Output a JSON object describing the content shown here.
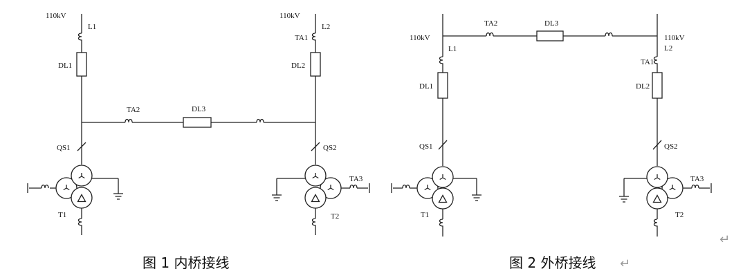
{
  "figure1": {
    "caption": "图 1  内桥接线",
    "left": {
      "voltage": "110kV",
      "line": "L1",
      "breaker": "DL1",
      "switch": "QS1",
      "transformer": "T1"
    },
    "right": {
      "voltage": "110kV",
      "line": "L2",
      "ct": "TA1",
      "breaker": "DL2",
      "switch": "QS2",
      "transformer": "T2",
      "ct_side": "TA3"
    },
    "bridge": {
      "ct": "TA2",
      "breaker": "DL3"
    }
  },
  "figure2": {
    "caption": "图 2  外桥接线",
    "left": {
      "voltage": "110kV",
      "line": "L1",
      "breaker": "DL1",
      "switch": "QS1",
      "transformer": "T1"
    },
    "right": {
      "voltage": "110kV",
      "line": "L2",
      "ct": "TA1",
      "breaker": "DL2",
      "switch": "QS2",
      "transformer": "T2",
      "ct_side": "TA3"
    },
    "bridge": {
      "ct": "TA2",
      "breaker": "DL3"
    }
  },
  "return_mark": "↵"
}
